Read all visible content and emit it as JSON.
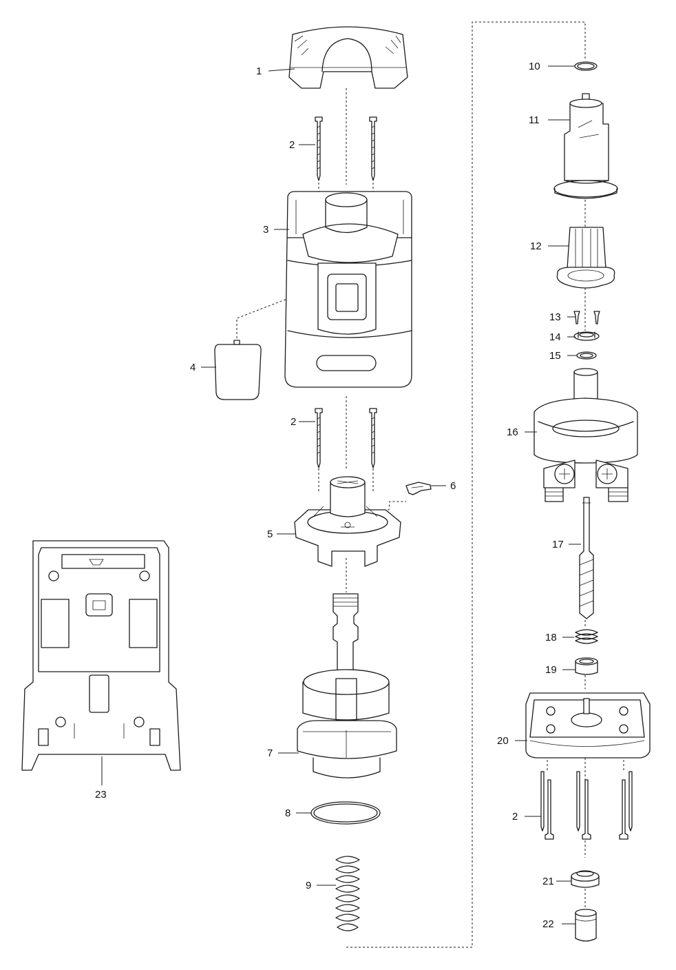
{
  "colors": {
    "line": "#1a1a1a",
    "background": "#ffffff"
  },
  "callouts": {
    "c1": "1",
    "c2a": "2",
    "c2b": "2",
    "c2c": "2",
    "c3": "3",
    "c4": "4",
    "c5": "5",
    "c6": "6",
    "c7": "7",
    "c8": "8",
    "c9": "9",
    "c10": "10",
    "c11": "11",
    "c12": "12",
    "c13": "13",
    "c14": "14",
    "c15": "15",
    "c16": "16",
    "c17": "17",
    "c18": "18",
    "c19": "19",
    "c20": "20",
    "c21": "21",
    "c22": "22",
    "c23": "23"
  }
}
